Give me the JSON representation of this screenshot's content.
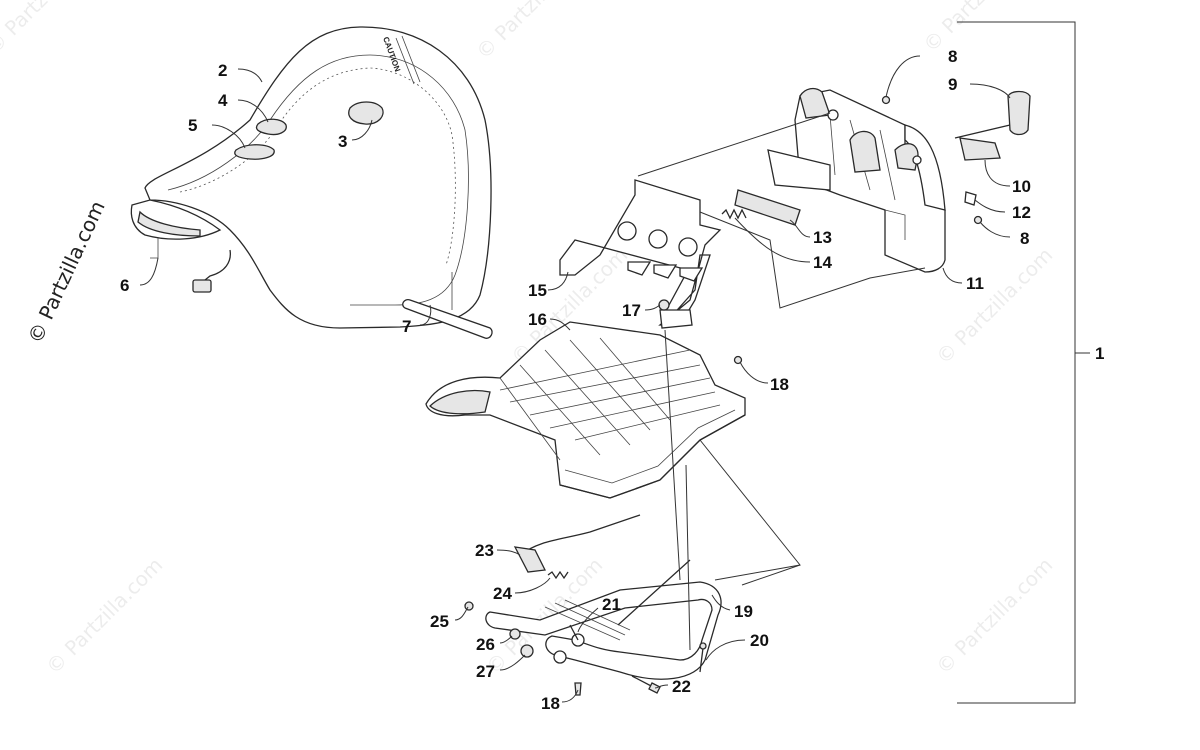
{
  "watermark": {
    "main": "© Partzilla.com",
    "faint": "© Partzilla.com"
  },
  "seat_label": {
    "caution": "CAUTION"
  },
  "callouts": {
    "c1": "1",
    "c2": "2",
    "c3": "3",
    "c4": "4",
    "c5": "5",
    "c6": "6",
    "c7": "7",
    "c8a": "8",
    "c8b": "8",
    "c9": "9",
    "c10": "10",
    "c11": "11",
    "c12": "12",
    "c13": "13",
    "c14": "14",
    "c15": "15",
    "c16": "16",
    "c17": "17",
    "c18a": "18",
    "c18b": "18",
    "c19": "19",
    "c20": "20",
    "c21": "21",
    "c22": "22",
    "c23": "23",
    "c24": "24",
    "c25": "25",
    "c26": "26",
    "c27": "27"
  }
}
